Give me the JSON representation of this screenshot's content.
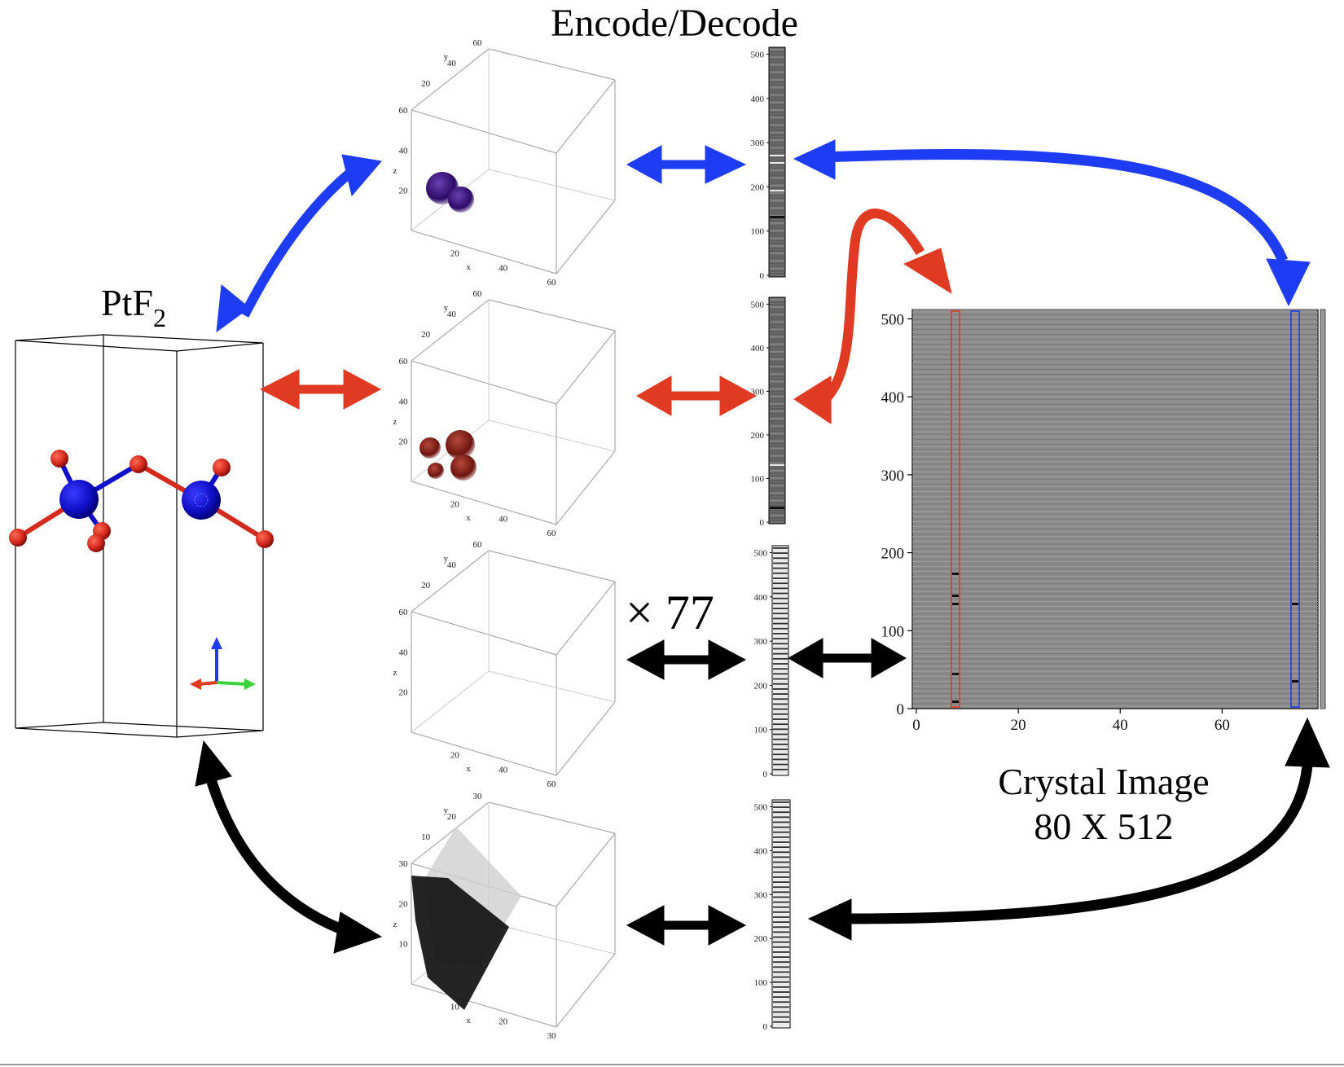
{
  "titles": {
    "encode_decode": "Encode/Decode",
    "formula_main": "PtF",
    "formula_sub": "2",
    "multiplier": "× 77",
    "crystal_line1": "Crystal Image",
    "crystal_line2": "80 X 512"
  },
  "cube_axes": {
    "x_label": "x",
    "y_label": "y",
    "z_label": "z",
    "ticks_60": [
      "20",
      "40",
      "60"
    ],
    "ticks_30": [
      "10",
      "20",
      "30"
    ]
  },
  "strip_ticks": [
    "0",
    "100",
    "200",
    "300",
    "400",
    "500"
  ],
  "crystal_chart": {
    "x_ticks": [
      "0",
      "20",
      "40",
      "60"
    ],
    "y_ticks": [
      "0",
      "100",
      "200",
      "300",
      "400",
      "500"
    ]
  },
  "colors": {
    "blue_arrow": "#1f3cf5",
    "red_arrow": "#e03a22",
    "black_arrow": "#000000",
    "pt_atom": "#1010c8",
    "f_atom": "#d42a1e",
    "image_gray": "#8c8c8c"
  },
  "icons": [
    "axes-triad-icon"
  ]
}
